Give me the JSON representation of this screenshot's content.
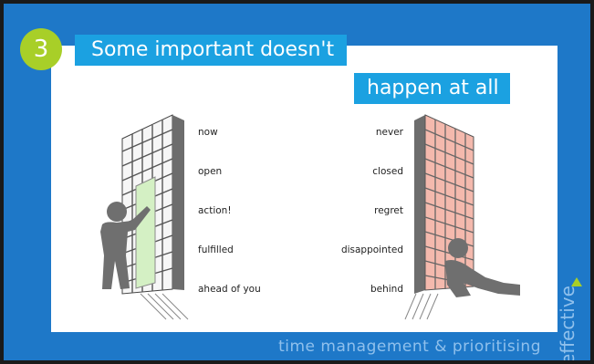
{
  "badge": {
    "number": "3"
  },
  "title": {
    "line1": "Some important doesn't",
    "line2": "happen at all"
  },
  "left_words": [
    "now",
    "open",
    "action!",
    "fulfilled",
    "ahead of you"
  ],
  "right_words": [
    "never",
    "closed",
    "regret",
    "disappointed",
    "behind"
  ],
  "footer": {
    "text": "time management & prioritising"
  },
  "logo": {
    "text": "effective"
  },
  "colors": {
    "background": "#1e78c8",
    "title_box": "#1ba1e1",
    "badge": "#a8cf28",
    "door_green": "#d4f0c4",
    "wall_pink": "#f4b9ad",
    "figure_gray": "#6f6f6f"
  }
}
